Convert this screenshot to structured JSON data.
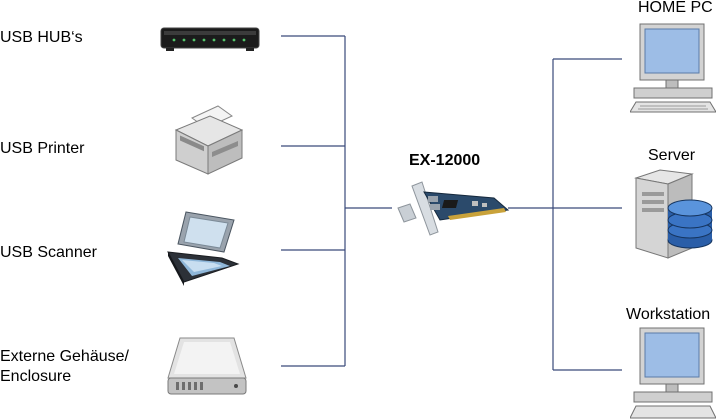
{
  "devices": {
    "hub": {
      "label": "USB HUB‘s",
      "icon": "usb-hub-icon"
    },
    "printer": {
      "label": "USB Printer",
      "icon": "printer-icon"
    },
    "scanner": {
      "label": "USB Scanner",
      "icon": "scanner-icon"
    },
    "enclosure": {
      "line1": "Externe Gehäuse/",
      "line2": "Enclosure",
      "icon": "hard-drive-enclosure-icon"
    }
  },
  "center": {
    "label": "EX-12000",
    "icon": "pcie-card-icon"
  },
  "hosts": {
    "home_pc": {
      "label": "HOME PC",
      "icon": "desktop-computer-icon"
    },
    "server": {
      "label": "Server",
      "icon": "server-database-icon"
    },
    "workstation": {
      "label": "Workstation",
      "icon": "workstation-computer-icon"
    }
  },
  "colors": {
    "wire": "#3a4a7a",
    "monitor_screen": "#9dbde6",
    "card_pcb": "#2b4a6b"
  }
}
